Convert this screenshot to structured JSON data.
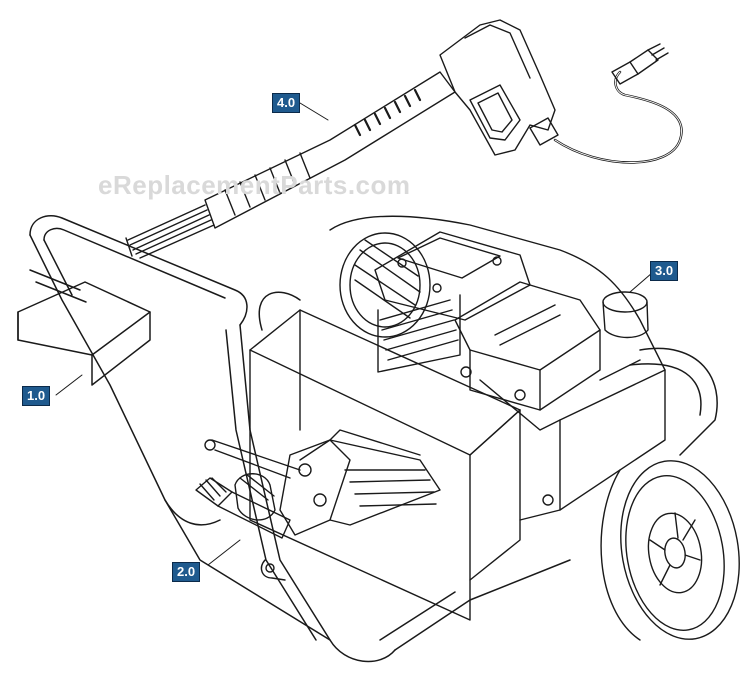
{
  "watermark": "eReplacementParts.com",
  "callouts": {
    "frame": "1.0",
    "pump": "2.0",
    "engine": "3.0",
    "gun": "4.0"
  },
  "colors": {
    "callout_fill": "#1f5a8e",
    "callout_text": "#ffffff",
    "line_art": "#1a1a1a",
    "watermark": "#d9d9d9"
  }
}
